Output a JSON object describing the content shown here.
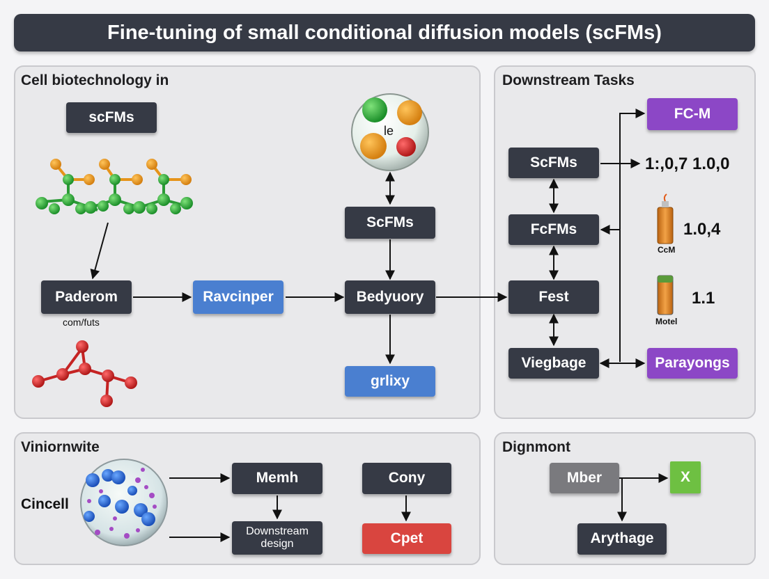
{
  "title": "Fine-tuning of small conditional diffusion models (scFMs)",
  "panels": {
    "cell": {
      "title": "Cell biotechnology in",
      "box_scfms": "scFMs",
      "box_paderom": "Paderom",
      "caption_comfuts": "com/futs",
      "box_ravcinper": "Ravcinper",
      "cell_label": "le",
      "box_scfms2": "ScFMs",
      "box_bedyuory": "Bedyuory",
      "box_grlixy": "grlixy"
    },
    "downstream": {
      "title": "Downstream Tasks",
      "box_fcm": "FC-M",
      "box_scfms": "ScFMs",
      "value_1": "1:,0,7 1.0,0",
      "box_fcfms": "FcFMs",
      "value_2": "1.0,4",
      "caption_ccm": "CcM",
      "box_fest": "Fest",
      "value_3": "1.1",
      "caption_motel": "Motel",
      "box_viegbage": "Viegbage",
      "box_parayongs": "Parayongs"
    },
    "vinior": {
      "title": "Viniornwite",
      "side_label": "Cincell",
      "box_memh": "Memh",
      "box_downstream": "Downstream design",
      "box_cony": "Cony",
      "box_cpet": "Cpet"
    },
    "dignmont": {
      "title": "Dignmont",
      "box_mber": "Mber",
      "box_x": "X",
      "box_arythage": "Arythage"
    }
  },
  "colors": {
    "dark_box": "#363a45",
    "blue_box": "#4a7fd0",
    "purple_box": "#8c47c6",
    "red_box": "#d9453f",
    "gray_box": "#7a7a7e",
    "green_box": "#6ec042",
    "molecule_green": "#27a83a",
    "molecule_orange": "#f0a022",
    "molecule_red": "#d42c2c"
  }
}
